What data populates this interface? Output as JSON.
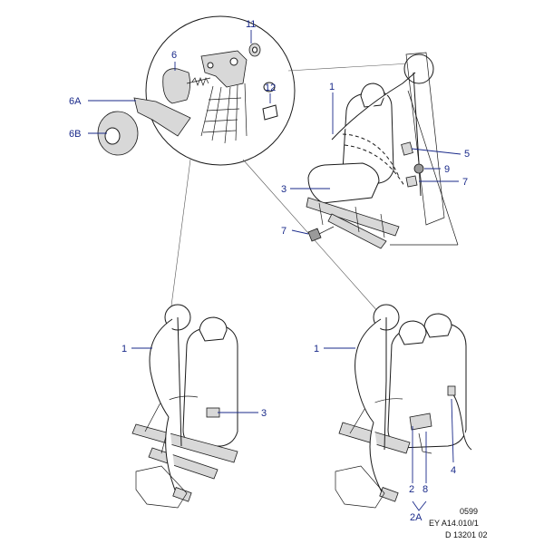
{
  "callouts": {
    "c11": "11",
    "c6": "6",
    "c12": "12",
    "c6a": "6A",
    "c6b": "6B",
    "c1_top": "1",
    "c5": "5",
    "c9": "9",
    "c7_right": "7",
    "c3_top": "3",
    "c7_left": "7",
    "c1_left": "1",
    "c3_left": "3",
    "c1_right": "1",
    "c4": "4",
    "c2": "2",
    "c8": "8",
    "c2a": "2A"
  },
  "reference": {
    "line1": "0599",
    "line2": "EY A14.010/1",
    "line3": "D 13201 02"
  }
}
